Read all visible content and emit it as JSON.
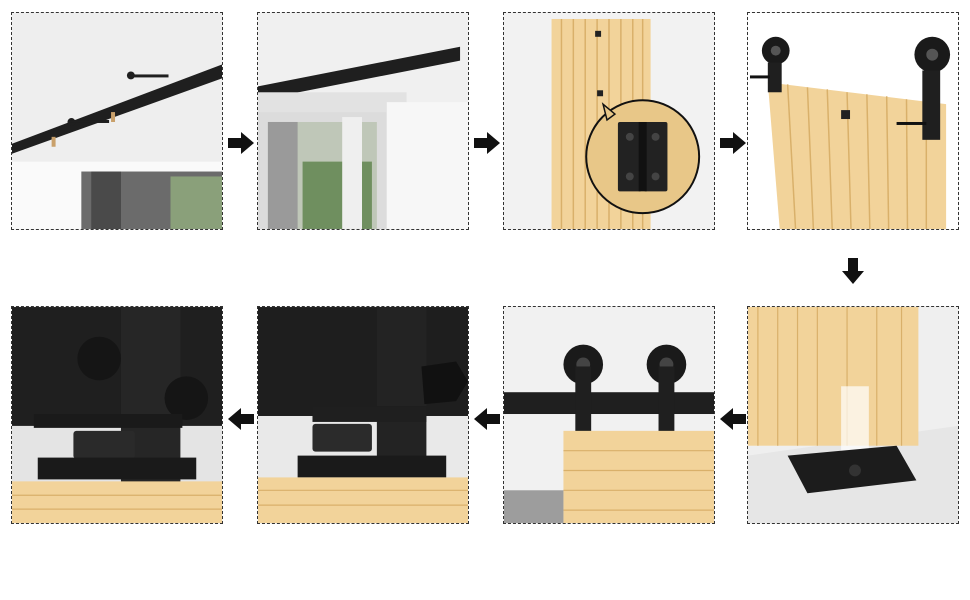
{
  "colors": {
    "background": "#ffffff",
    "panel_border": "#333333",
    "hardware_black": "#1f1f1f",
    "wood_light": "#f2d39a",
    "wood_dark": "#d9b06a",
    "wall": "#f3f3f3"
  },
  "steps": [
    {
      "id": 1,
      "icon": "track-mounted-on-wall-icon"
    },
    {
      "id": 2,
      "icon": "track-above-doorway-icon"
    },
    {
      "id": 3,
      "icon": "door-hinge-detail-icon"
    },
    {
      "id": 4,
      "icon": "hangers-on-door-icon"
    },
    {
      "id": 5,
      "icon": "floor-guide-icon"
    },
    {
      "id": 6,
      "icon": "door-rollers-on-track-icon"
    },
    {
      "id": 7,
      "icon": "floor-guide-bracket-icon"
    },
    {
      "id": 8,
      "icon": "floor-guide-bolt-closeup-icon"
    }
  ],
  "arrows": [
    {
      "from": 1,
      "to": 2,
      "direction": "right"
    },
    {
      "from": 2,
      "to": 3,
      "direction": "right"
    },
    {
      "from": 3,
      "to": 4,
      "direction": "right"
    },
    {
      "from": 4,
      "to": 5,
      "direction": "down"
    },
    {
      "from": 5,
      "to": 6,
      "direction": "left"
    },
    {
      "from": 6,
      "to": 7,
      "direction": "left"
    },
    {
      "from": 7,
      "to": 8,
      "direction": "left"
    }
  ]
}
